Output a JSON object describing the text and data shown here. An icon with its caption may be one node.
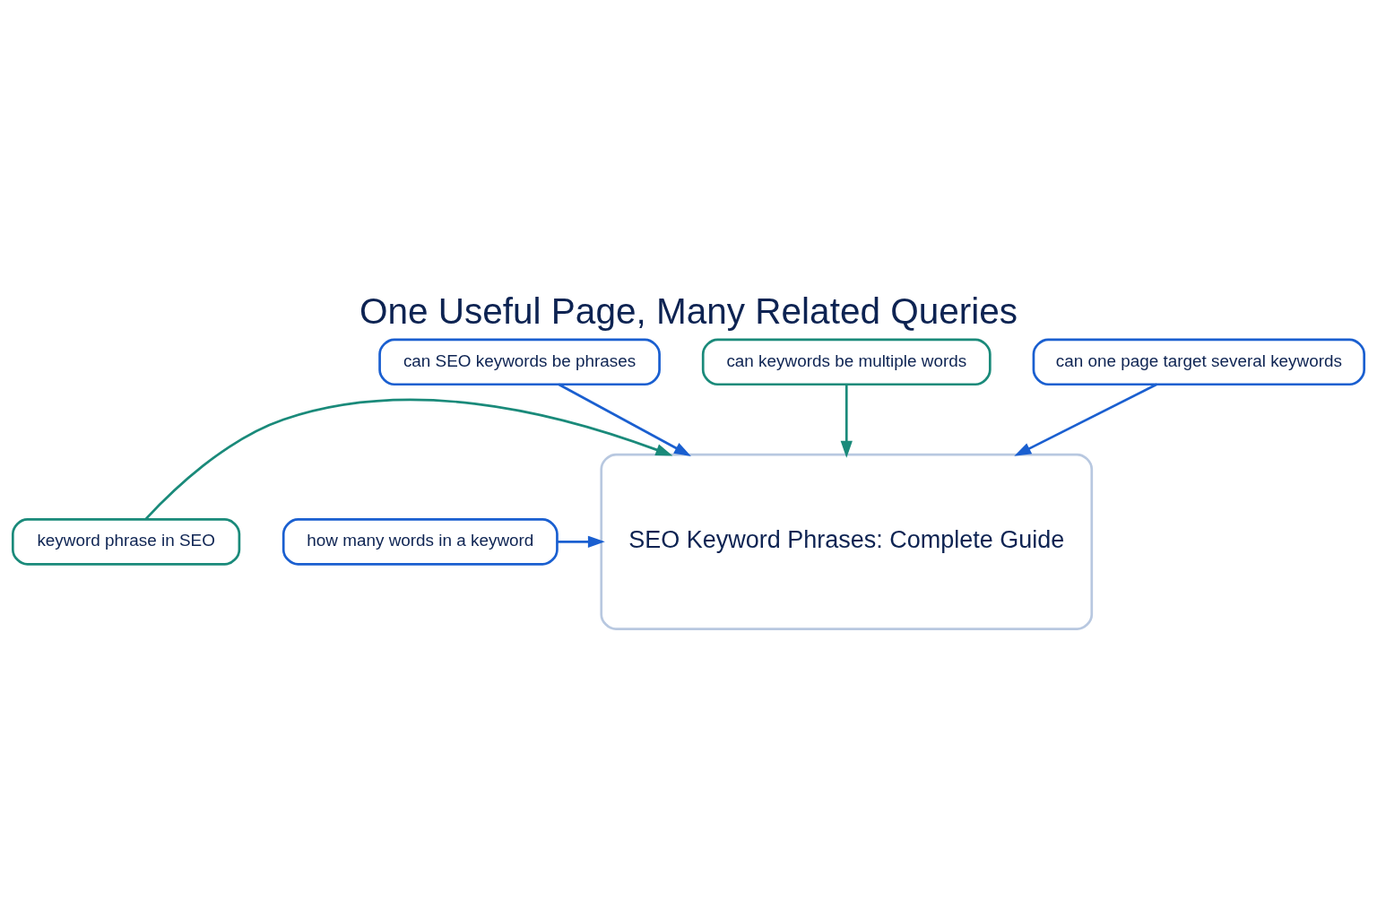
{
  "diagram": {
    "title": "One Useful Page, Many Related Queries",
    "nodes": [
      {
        "text": [
          "can SEO keywords be phrases"
        ]
      },
      {
        "text": [
          "can keywords be multiple words"
        ]
      },
      {
        "text": [
          "SEO Keyword Phrases: Complete Guide"
        ]
      },
      {
        "text": [
          "keyword phrase in SEO"
        ]
      },
      {
        "text": [
          "how many words in a keyword"
        ]
      },
      {
        "text": [
          "can one page target several keywords"
        ]
      }
    ],
    "edges": [
      {
        "from": 0,
        "to": 2,
        "arrow": "to"
      },
      {
        "from": 1,
        "to": 2,
        "arrow": "to",
        "color": "#1a8a7a"
      },
      {
        "from": 3,
        "to": 2,
        "arrow": "to",
        "color": "#1a8a7a"
      },
      {
        "from": 4,
        "to": 2,
        "arrow": "to"
      },
      {
        "from": 5,
        "to": 2,
        "arrow": "to"
      }
    ]
  }
}
